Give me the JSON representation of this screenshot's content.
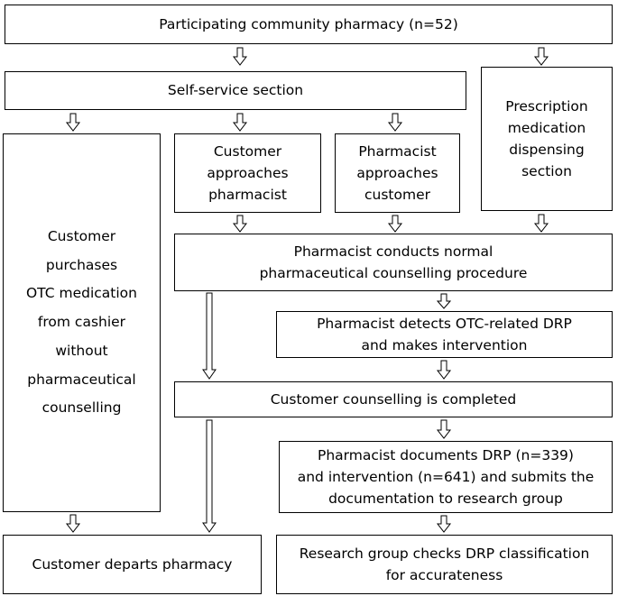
{
  "flowchart": {
    "boxes": {
      "pharmacy": "Participating community pharmacy (n=52)",
      "self_service": "Self-service section",
      "prescription": "Prescription\nmedication\ndispensing\nsection",
      "customer_approaches": "Customer\napproaches\npharmacist",
      "pharmacist_approaches": "Pharmacist\napproaches\ncustomer",
      "purchases_otc": "Customer\npurchases\nOTC medication\nfrom cashier\nwithout\npharmaceutical\ncounselling",
      "normal_counselling": "Pharmacist conducts normal\npharmaceutical counselling procedure",
      "detects_drp": "Pharmacist detects OTC-related DRP\nand makes intervention",
      "counselling_completed": "Customer counselling is completed",
      "documents_drp": "Pharmacist documents DRP (n=339)\nand intervention (n=641) and submits the\ndocumentation to research group",
      "departs": "Customer departs pharmacy",
      "research_checks": "Research group checks DRP classification\nfor accurateness"
    }
  }
}
